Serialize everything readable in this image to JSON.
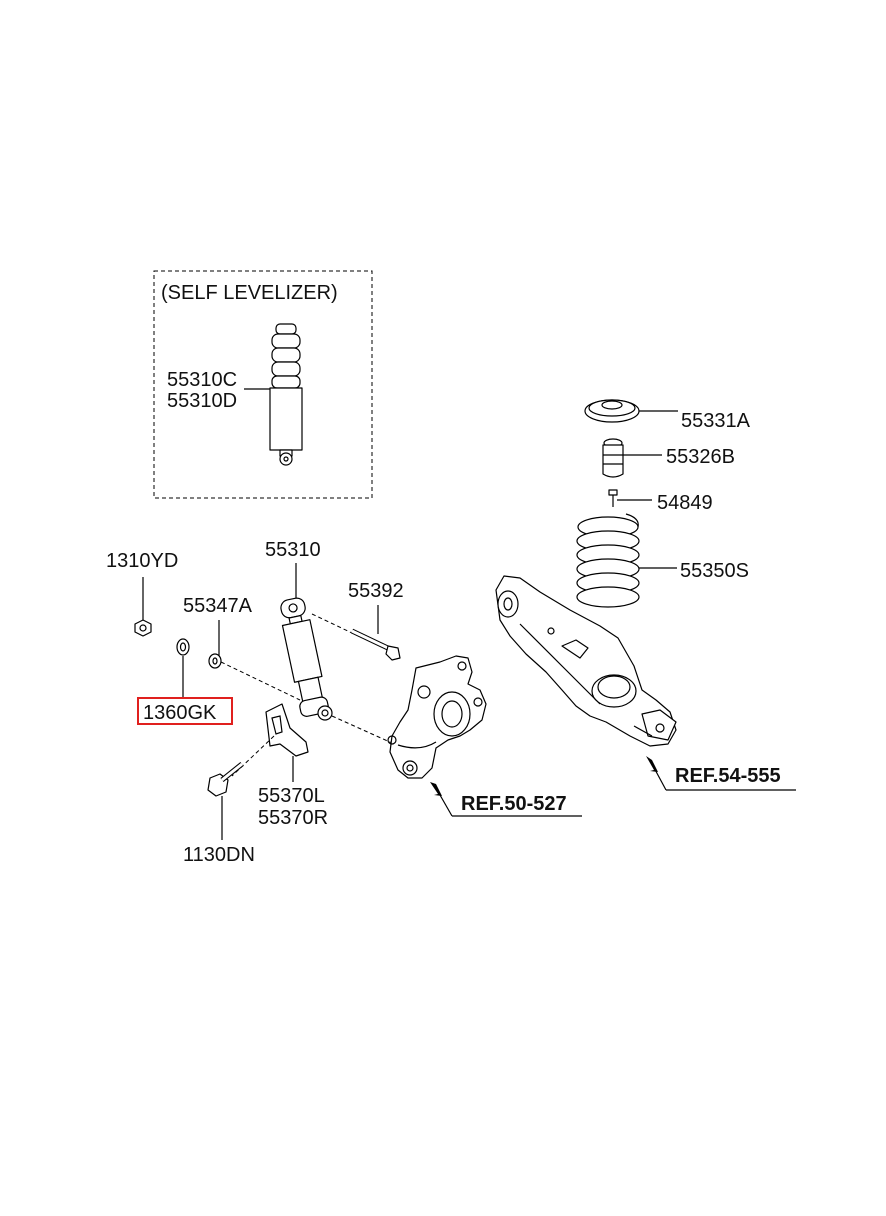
{
  "diagram": {
    "box_title": "(SELF LEVELIZER)",
    "labels": {
      "p55310C": "55310C",
      "p55310D": "55310D",
      "p55331A": "55331A",
      "p55326B": "55326B",
      "p54849": "54849",
      "p55350S": "55350S",
      "p1310YD": "1310YD",
      "p55310": "55310",
      "p55347A": "55347A",
      "p55392": "55392",
      "p1360GK": "1360GK",
      "p55370L": "55370L",
      "p55370R": "55370R",
      "p1130DN": "1130DN"
    },
    "refs": {
      "ref_50_527": "REF.50-527",
      "ref_54_555": "REF.54-555"
    },
    "highlight_color": "#e0201e"
  }
}
